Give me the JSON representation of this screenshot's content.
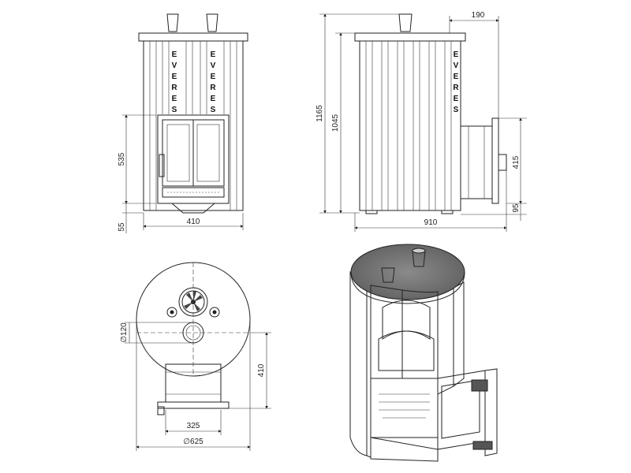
{
  "drawing": {
    "brand_text": "EVERES",
    "views": {
      "front": {
        "dims": {
          "width": "410",
          "height_door_zone": "535",
          "base_height": "55"
        }
      },
      "side": {
        "dims": {
          "overall_height": "1165",
          "body_height": "1045",
          "top_offset": "190",
          "tunnel_height": "415",
          "tunnel_base": "95",
          "overall_depth": "910"
        }
      },
      "top": {
        "dims": {
          "flue_diameter": "∅120",
          "tunnel_depth": "410",
          "tunnel_width": "325",
          "body_diameter": "∅625"
        }
      }
    }
  }
}
